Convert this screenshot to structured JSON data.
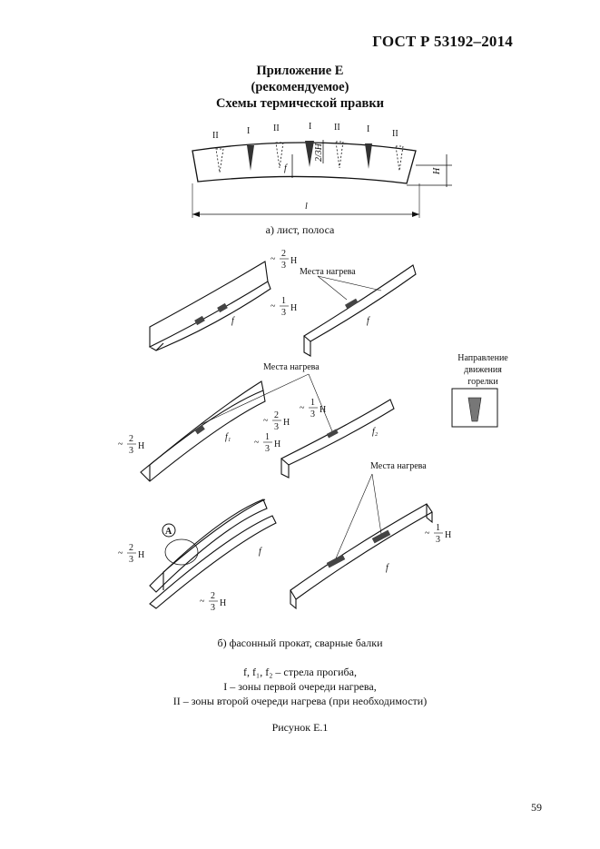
{
  "header": {
    "standard": "ГОСТ Р 53192–2014"
  },
  "appendix": {
    "title": "Приложение Е",
    "status": "(рекомендуемое)",
    "name": "Схемы термической правки"
  },
  "figure_a": {
    "caption": "а) лист, полоса",
    "zone_marks": [
      "II",
      "I",
      "II",
      "I",
      "II",
      "I",
      "II"
    ],
    "dim_height": "H",
    "dim_two_thirds": "2/3H",
    "dim_deflection": "f",
    "dim_length": "l"
  },
  "figure_b": {
    "caption": "б) фасонный прокат, сварные балки",
    "heating_places": "Места нагрева",
    "torch_direction": [
      "Направление",
      "движения",
      "горелки"
    ],
    "approx": "~",
    "frac_two_thirds": {
      "num": "2",
      "den": "3"
    },
    "frac_one_third": {
      "num": "1",
      "den": "3"
    },
    "letter_h": "H",
    "f": "f",
    "f1": "f₁",
    "f2": "f₂",
    "callout": "А"
  },
  "legend": {
    "line1": "f, f₁, f₂ – стрела прогиба,",
    "line2": "I – зоны первой очереди нагрева,",
    "line3": "II – зоны второй очереди нагрева (при необходимости)"
  },
  "figure_label": "Рисунок Е.1",
  "page_number": "59"
}
